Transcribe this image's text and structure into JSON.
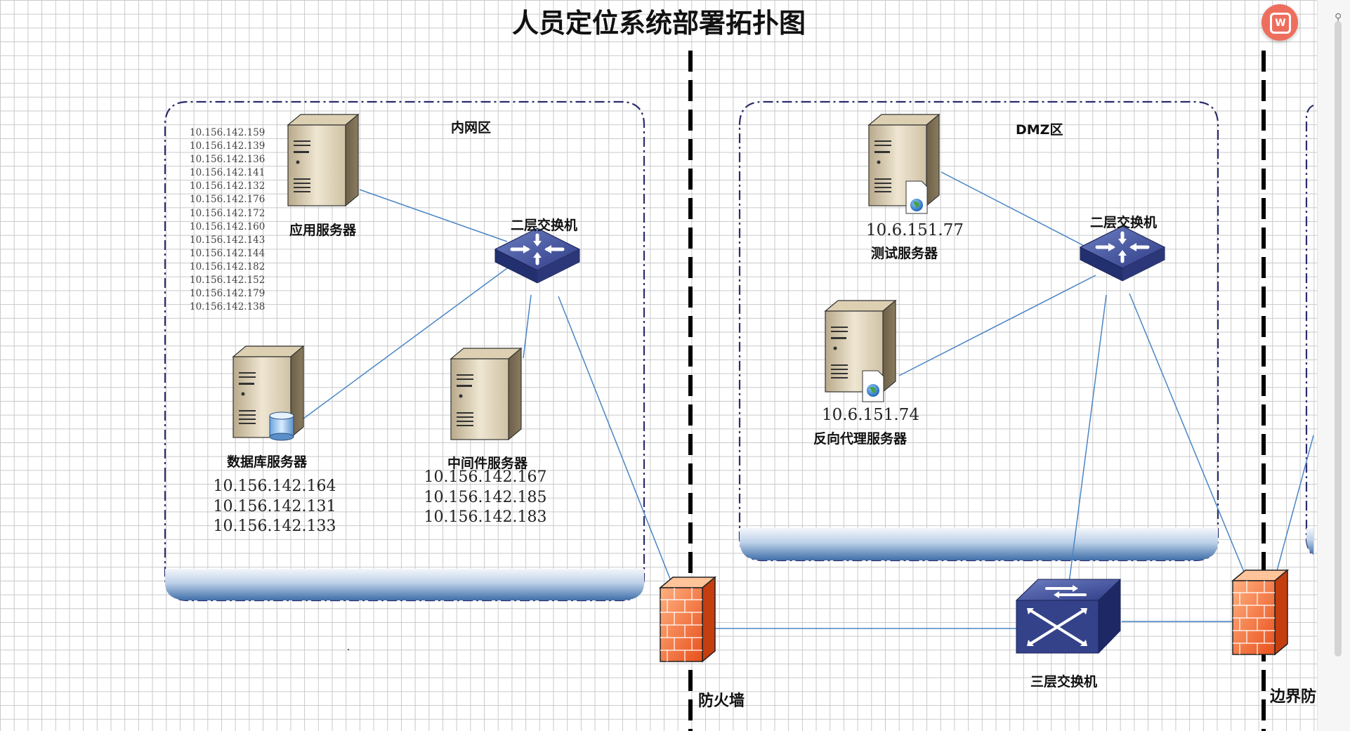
{
  "title": "人员定位系统部署拓扑图",
  "zones": {
    "intranet": "内网区",
    "dmz": "DMZ区"
  },
  "intranet": {
    "app_server": {
      "label": "应用服务器",
      "ips": [
        "10.156.142.159",
        "10.156.142.139",
        "10.156.142.136",
        "10.156.142.141",
        "10.156.142.132",
        "10.156.142.176",
        "10.156.142.172",
        "10.156.142.160",
        "10.156.142.143",
        "10.156.142.144",
        "10.156.142.182",
        "10.156.142.152",
        "10.156.142.179",
        "10.156.142.138"
      ]
    },
    "switch_label": "二层交换机",
    "db_server": {
      "label": "数据库服务器",
      "ips": [
        "10.156.142.164",
        "10.156.142.131",
        "10.156.142.133"
      ]
    },
    "middleware_server": {
      "label": "中间件服务器",
      "ips": [
        "10.156.142.167",
        "10.156.142.185",
        "10.156.142.183"
      ]
    }
  },
  "dmz": {
    "test_server": {
      "label": "测试服务器",
      "ip": "10.6.151.77"
    },
    "proxy_server": {
      "label": "反向代理服务器",
      "ip": "10.6.151.74"
    },
    "switch_label": "二层交换机"
  },
  "firewall_label": "防火墙",
  "l3_switch_label": "三层交换机",
  "border_firewall_label": "边界防",
  "icons": [
    "server-icon",
    "database-icon",
    "web-globe-icon",
    "l2-switch-icon",
    "l3-switch-icon",
    "firewall-icon",
    "wps-logo-icon"
  ],
  "colors": {
    "grid": "#c9c9c9",
    "zone_border": "#2c2c6c",
    "link": "#4a86c5",
    "firewall": "#f26a2e",
    "switch": "#3a4a8c"
  }
}
